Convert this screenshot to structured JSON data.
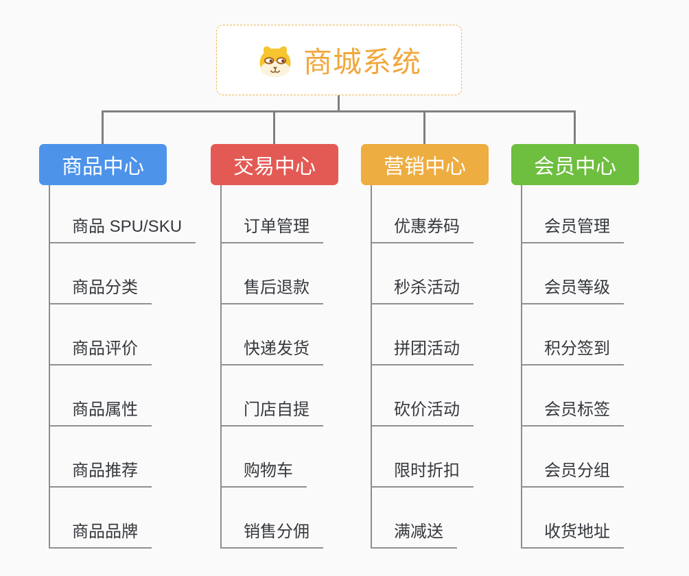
{
  "background_color": "#FAFAFA",
  "connector_color": "#7F7F7F",
  "root": {
    "title": "商城系统",
    "title_color": "#F0A83C",
    "border_color": "#F2B450",
    "icon": "dog-face-icon"
  },
  "branches": [
    {
      "label": "商品中心",
      "color": "#4C93E9",
      "items": [
        "商品 SPU/SKU",
        "商品分类",
        "商品评价",
        "商品属性",
        "商品推荐",
        "商品品牌"
      ]
    },
    {
      "label": "交易中心",
      "color": "#E35A54",
      "items": [
        "订单管理",
        "售后退款",
        "快递发货",
        "门店自提",
        "购物车",
        "销售分佣"
      ]
    },
    {
      "label": "营销中心",
      "color": "#EEAD40",
      "items": [
        "优惠券码",
        "秒杀活动",
        "拼团活动",
        "砍价活动",
        "限时折扣",
        "满减送"
      ]
    },
    {
      "label": "会员中心",
      "color": "#6EBE3F",
      "items": [
        "会员管理",
        "会员等级",
        "积分签到",
        "会员标签",
        "会员分组",
        "收货地址"
      ]
    }
  ]
}
